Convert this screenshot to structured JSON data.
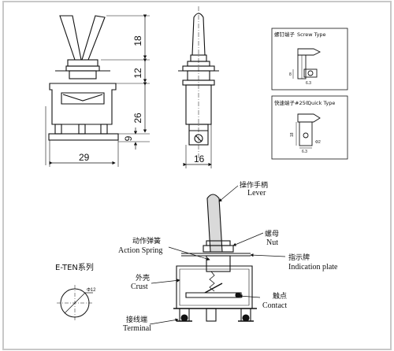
{
  "front_view": {
    "dim_width": "29",
    "dim_lever": "18",
    "dim_bushing": "12",
    "dim_body": "26",
    "dim_terminal": "9"
  },
  "side_view": {
    "dim_width": "16"
  },
  "screw_type": {
    "label_cn": "螺钉端子",
    "label_en": "Screw Type",
    "dim_a": "8",
    "dim_b": "6.3"
  },
  "quick_type": {
    "label_cn": "快速端子#250",
    "label_en": "Quick Type",
    "dim_a": "18",
    "dim_b": "Φ2",
    "dim_c": "6.3"
  },
  "series": {
    "label": "E-TEN系列",
    "dim_hole": "Φ12"
  },
  "parts": {
    "lever_cn": "操作手柄",
    "lever_en": "Lever",
    "nut_cn": "螺母",
    "nut_en": "Nut",
    "spring_cn": "动作弹簧",
    "spring_en": "Action Spring",
    "plate_cn": "指示牌",
    "plate_en": "Indication plate",
    "crust_cn": "外壳",
    "crust_en": "Crust",
    "contact_cn": "触点",
    "contact_en": "Contact",
    "terminal_cn": "接线端",
    "terminal_en": "Terminal"
  },
  "colors": {
    "line": "#111111",
    "frame": "#c8c8c8",
    "lever_fill": "#d9d9d9"
  }
}
